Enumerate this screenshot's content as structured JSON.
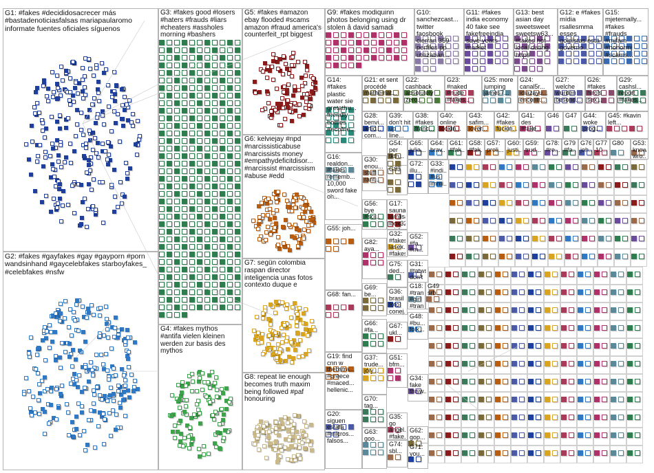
{
  "graph": {
    "groups": [
      {
        "id": "G1",
        "label": "G1: #fakes #decididosacrecer más #bastadenoticiasfalsas mariapaularomo informate fuentes oficiales síguenos",
        "color": "#1f3f9c"
      },
      {
        "id": "G2",
        "label": "G2: #fakes #gayfakes #gay #gayporn #porn wandsinhand #gaycelebfakes starboyfakes_ #celebfakes #nsfw",
        "color": "#2f78c4"
      },
      {
        "id": "G3",
        "label": "G3: #fakes good #losers #haters #frauds #liars #cheaters #assholes morning #bashers",
        "color": "#2e7d4f"
      },
      {
        "id": "G4",
        "label": "G4: #fakes mythos #antifa vielen kleinen werden zur basis des mythos",
        "color": "#3fa34d"
      },
      {
        "id": "G5",
        "label": "G5: #fakes #amazon ebay flooded #scams amazon #fraud america's counterfeit_rpt biggest",
        "color": "#8b1a1a"
      },
      {
        "id": "G6",
        "label": "G6: kelviejay #npd #narcissisticabuse #narcissists money #empathydeficitdisor... #narcissist #narcissism #abuse #edd",
        "color": "#b85c10"
      },
      {
        "id": "G7",
        "label": "G7: segün colombia raspan director inteligencia unas fotos contexto duque e",
        "color": "#d9a520"
      },
      {
        "id": "G8",
        "label": "G8: repeat lie enough becomes truth maxim being followed #paf honouring",
        "color": "#c9b98a"
      },
      {
        "id": "G9",
        "label": "G9: #fakes modiquinn photos belonging using dr stolen â david samadi",
        "color": "#b0306a"
      },
      {
        "id": "G10",
        "label": "G10: sanchezcast... twitter faosbook cierran 359 perfiles pp utilizaban...",
        "color": "#8a7aa8"
      },
      {
        "id": "G11",
        "label": "G11: #fakes india economy 40 fake see fakefreeindia save years market",
        "color": "#6a4a9a"
      },
      {
        "id": "G13",
        "label": "G13: best asian day sweetsweet sweetsw63... #fakes hot local dating https",
        "color": "#7a4a8a"
      },
      {
        "id": "G12",
        "label": "G12: e #fakes mídia rsallesmma esses golpistas está governo...",
        "color": "#4a5aa8"
      },
      {
        "id": "G15",
        "label": "G15: mjeternally... #fakes #frauds #mjfam #honormj #scams...",
        "color": "#3a6ab0"
      },
      {
        "id": "G14",
        "label": "G14: #fakes plastic water sie gretathu... friendly bottles #ecofrie...",
        "color": "#2a8a7a"
      },
      {
        "id": "G21",
        "label": "G21: et sent procédé mathémat...",
        "color": "#7a6a3a"
      },
      {
        "id": "G22",
        "label": "G22: cashback absolutely zero...",
        "color": "#4a7a3a"
      },
      {
        "id": "G23",
        "label": "G23: #naked #nude #fakes...",
        "color": "#aa3a5a"
      },
      {
        "id": "G25",
        "label": "G25: more jumping james7...",
        "color": "#5a8a9a"
      },
      {
        "id": "G24",
        "label": "G24: canal5r... idiazayu... encontr...",
        "color": "#9a6a4a"
      },
      {
        "id": "G27",
        "label": "G27: welche wurden besond...",
        "color": "#5a5a9a"
      },
      {
        "id": "G26",
        "label": "G26: #fakes hiro's sex...",
        "color": "#8a4a6a"
      },
      {
        "id": "G29",
        "label": "G29: cashsl... report #fakes...",
        "color": "#3a7a5a"
      }
    ],
    "small_labels": [
      "G28: benvi... artic... com...",
      "G39: don't hit up line...",
      "G38: #fakes franc...",
      "G40: online lookin...",
      "G43: safim... lover...",
      "G42: #fakes fuckin...",
      "G41: des #fake...",
      "G46",
      "G47",
      "G44: woke prog...",
      "G45: #kavin left...",
      "G16: realdon... #fakes rememb... 10,000 sword fake oh...",
      "G30: enou... stuff rant...",
      "G54: per tkth...",
      "G65: julia...",
      "G64: brav...",
      "G61: #fak...",
      "G58: #fak...",
      "G57: proli...",
      "G60: justi...",
      "G59: trud...",
      "G78: #re...",
      "G79: #fa...",
      "G76: joh...",
      "G77: 10...",
      "G80",
      "G53: know wro...",
      "G83",
      "G72: illu...",
      "G33: #indi... #us immi...",
      "G56: bye #sci...",
      "G17: saunato... iamlisaki... lbox327 michael... allycl17 bfrownfe...",
      "G55: joh...",
      "G32: #fakes lasex... #fakes...",
      "G82: aya...",
      "G52: #fa... #m...",
      "G75: ded...",
      "G31: #tatws don't pr...",
      "G68: fan...",
      "G18: #trans #girl #transg... #transex... #tranny...",
      "G49: srb...",
      "G69: be...",
      "G36: brasil foto conej...",
      "G48: #bu... folk...",
      "G66: #fa...",
      "G67: ukl...",
      "G19: find cnn w thebstra... #greece #maced... hellenic...",
      "G37: trude... jóly...",
      "G51: bfm...",
      "G34: fake thisw...",
      "G70: tag...",
      "G20: siguen estafa #micros... falsos...",
      "G35: go angel... #fake...",
      "G63: goo...",
      "G74: sbl...",
      "G62: gop...",
      "G71: you..."
    ]
  }
}
